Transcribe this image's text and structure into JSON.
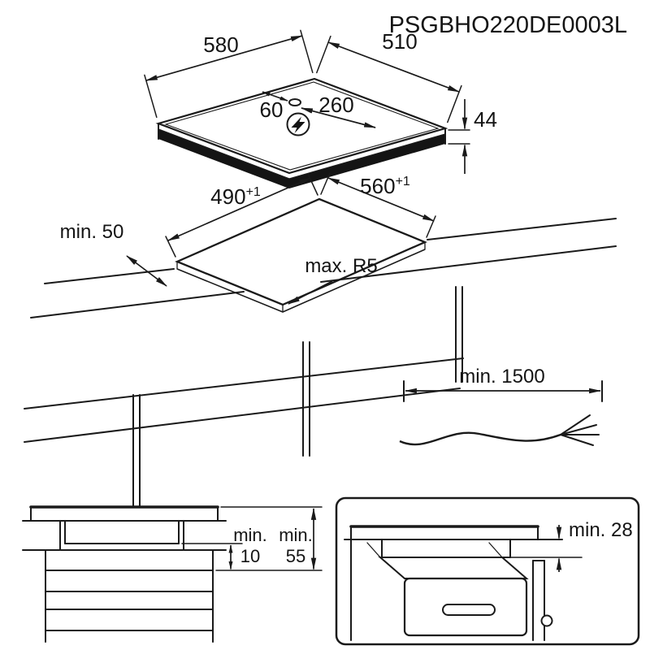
{
  "header": {
    "model_code": "PSGBHO220DE0003L"
  },
  "hob_top_view": {
    "width": "580",
    "depth": "510",
    "height": "44",
    "cable_hole_offset": "60",
    "cable_hole_distance": "260",
    "power_symbol_icon": "lightning-bolt"
  },
  "cutout_view": {
    "edge_clearance": "min. 50",
    "cutout_depth": "490",
    "cutout_depth_tolerance": "+1",
    "cutout_width": "560",
    "cutout_width_tolerance": "+1",
    "corner_radius": "max. R5"
  },
  "cable_view": {
    "min_cable_length": "min. 1500"
  },
  "drawer_view": {
    "min_label_1": "min.",
    "value_1": "10",
    "min_label_2": "min.",
    "value_2": "55"
  },
  "oven_view": {
    "min_clearance": "min. 28"
  },
  "colors": {
    "line": "#1a1a1a",
    "text": "#141414",
    "hob_band": "#141414"
  }
}
